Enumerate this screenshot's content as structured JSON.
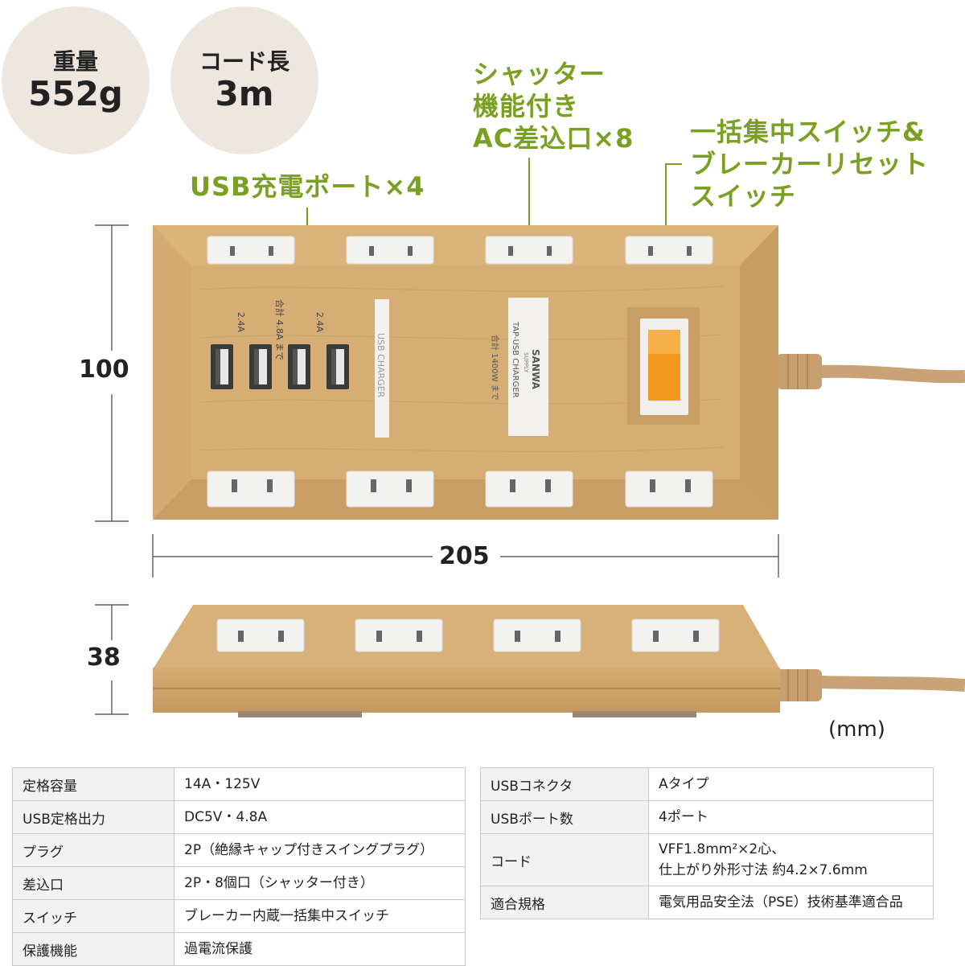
{
  "badges": [
    {
      "label": "重量",
      "value": "552g"
    },
    {
      "label": "コード長",
      "value": "3m"
    }
  ],
  "callouts": {
    "shutter": "シャッター\n機能付き\nAC差込口×8",
    "switch": "一括集中スイッチ&\nブレーカーリセット\nスイッチ",
    "usb": "USB充電ポート×4"
  },
  "dimensions": {
    "height": "100",
    "width": "205",
    "depth": "38",
    "unit": "(mm)"
  },
  "device": {
    "usb_amp_left": "2.4A",
    "usb_total": "合計 4.8A まで",
    "usb_amp_right": "2.4A",
    "usb_label": "USB CHARGER",
    "brand": "SANWA",
    "brand_sub": "SUPPLY",
    "product": "TAP-USB CHARGER",
    "max_watt": "合計 1400W まで"
  },
  "spec_left": [
    {
      "key": "定格容量",
      "value": "14A・125V"
    },
    {
      "key": "USB定格出力",
      "value": "DC5V・4.8A"
    },
    {
      "key": "プラグ",
      "value": "2P（絶縁キャップ付きスイングプラグ）"
    },
    {
      "key": "差込口",
      "value": "2P・8個口（シャッター付き）"
    },
    {
      "key": "スイッチ",
      "value": "ブレーカー内蔵一括集中スイッチ"
    },
    {
      "key": "保護機能",
      "value": "過電流保護"
    }
  ],
  "spec_right": [
    {
      "key": "USBコネクタ",
      "value": "Aタイプ"
    },
    {
      "key": "USBポート数",
      "value": "4ポート"
    },
    {
      "key": "コード",
      "value": "VFF1.8mm²×2心、\n仕上がり外形寸法 約4.2×7.6mm"
    },
    {
      "key": "適合規格",
      "value": "電気用品安全法（PSE）技術基準適合品"
    }
  ],
  "colors": {
    "callout": "#7aa022",
    "wood": "#d2a86f",
    "badge": "#ede7df",
    "switch": "#f39a1e"
  }
}
